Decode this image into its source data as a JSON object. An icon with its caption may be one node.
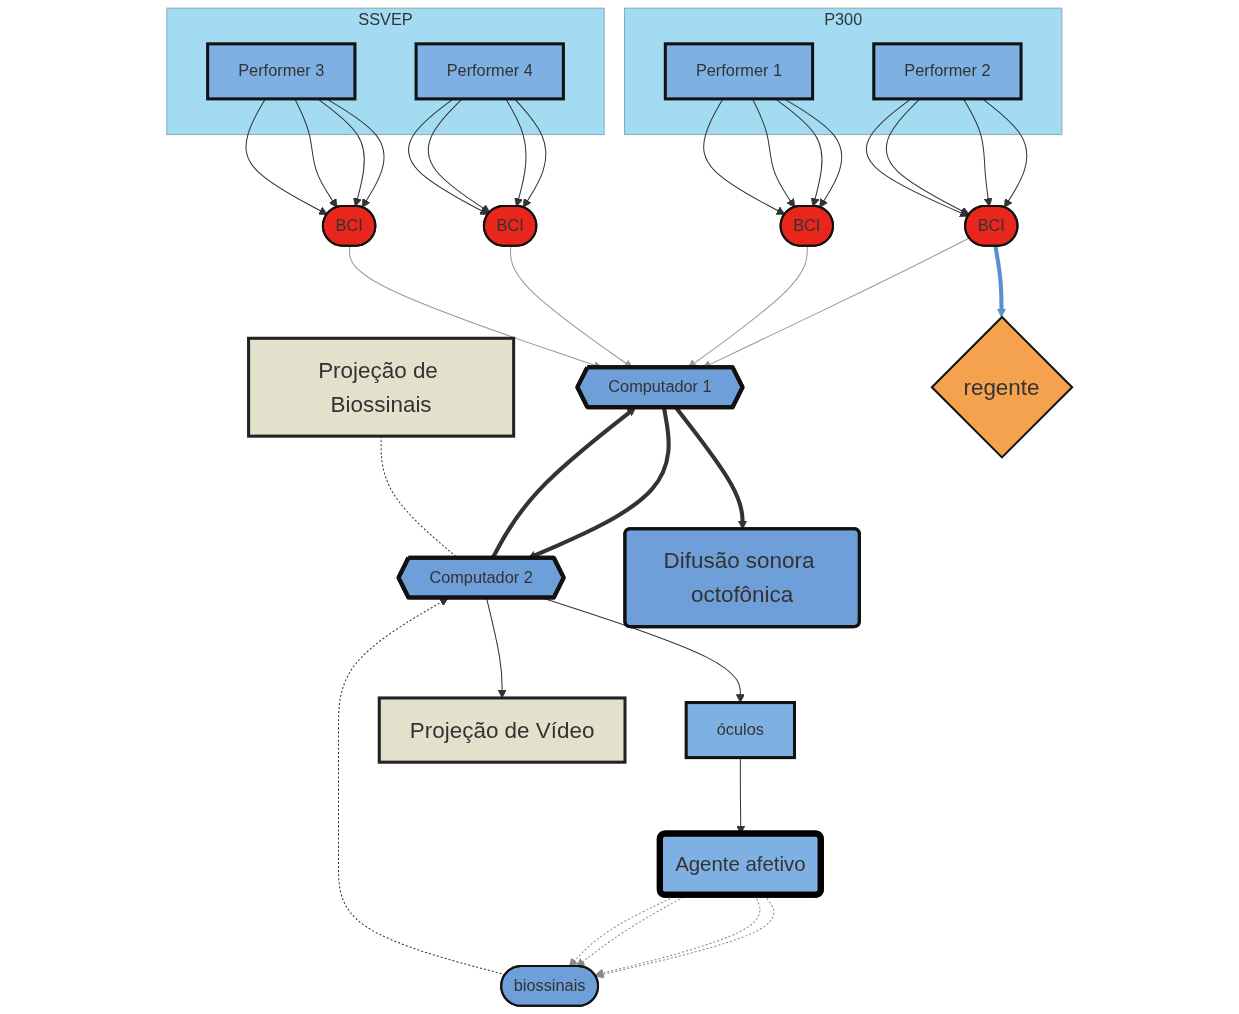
{
  "diagram": {
    "nodes": [
      {
        "text": [
          "Projeção de Biossinais"
        ]
      },
      {
        "text": [
          "Projeção de Vídeo"
        ]
      },
      {
        "text": [
          "P300"
        ]
      },
      {
        "text": [
          "Performer 1"
        ],
        "in": 2
      },
      {
        "text": [
          "Performer 2"
        ],
        "in": 2
      },
      {
        "text": [
          "SSVEP"
        ]
      },
      {
        "text": [
          "Performer 3"
        ],
        "in": 5
      },
      {
        "text": [
          "Performer 4"
        ],
        "in": 5
      },
      {
        "text": [
          "Agente afetivo"
        ]
      },
      {
        "text": [
          "BCI"
        ]
      },
      {
        "text": [
          "BCI"
        ]
      },
      {
        "text": [
          "BCI"
        ]
      },
      {
        "text": [
          "BCI"
        ]
      },
      {
        "text": [
          "biossinais"
        ]
      },
      {
        "text": [
          "regente"
        ]
      },
      {
        "text": [
          "óculos"
        ]
      },
      {
        "text": [
          "Difusão sonora octofônica"
        ]
      },
      {
        "text": [
          "Computador 1"
        ]
      },
      {
        "text": [
          "Computador 2"
        ]
      }
    ],
    "edges": [
      {
        "from": 3,
        "to": 9,
        "arrow": "to"
      },
      {
        "from": 3,
        "to": 9,
        "arrow": "to"
      },
      {
        "from": 3,
        "to": 9,
        "arrow": "to"
      },
      {
        "from": 3,
        "to": 9,
        "arrow": "to"
      },
      {
        "from": 4,
        "to": 10,
        "arrow": "to"
      },
      {
        "from": 4,
        "to": 10,
        "arrow": "to"
      },
      {
        "from": 4,
        "to": 10,
        "arrow": "to"
      },
      {
        "from": 4,
        "to": 10,
        "arrow": "to"
      },
      {
        "from": 6,
        "to": 11,
        "arrow": "to"
      },
      {
        "from": 6,
        "to": 11,
        "arrow": "to"
      },
      {
        "from": 6,
        "to": 11,
        "arrow": "to"
      },
      {
        "from": 6,
        "to": 11,
        "arrow": "to"
      },
      {
        "from": 7,
        "to": 12,
        "arrow": "to"
      },
      {
        "from": 7,
        "to": 12,
        "arrow": "to"
      },
      {
        "from": 7,
        "to": 12,
        "arrow": "to"
      },
      {
        "from": 7,
        "to": 12,
        "arrow": "to"
      },
      {
        "from": 8,
        "to": 13,
        "arrow": "to",
        "style": "dashed",
        "color": "#888888"
      },
      {
        "from": 8,
        "to": 13,
        "arrow": "to",
        "style": "dashed",
        "color": "#888888"
      },
      {
        "from": 8,
        "to": 13,
        "arrow": "to",
        "style": "dashed",
        "color": "#888888"
      },
      {
        "from": 8,
        "to": 13,
        "arrow": "to",
        "style": "dashed",
        "color": "#888888"
      },
      {
        "from": 10,
        "to": 14,
        "arrow": "to",
        "style": "thick",
        "color": "#5b8fd0"
      },
      {
        "from": 9,
        "to": 17,
        "arrow": "to",
        "color": "#999999"
      },
      {
        "from": 10,
        "to": 17,
        "arrow": "to",
        "color": "#999999"
      },
      {
        "from": 11,
        "to": 17,
        "arrow": "to",
        "color": "#999999"
      },
      {
        "from": 12,
        "to": 17,
        "arrow": "to",
        "color": "#999999"
      },
      {
        "from": 0,
        "to": 18,
        "arrow": "none",
        "style": "dashed"
      },
      {
        "from": 13,
        "to": 18,
        "arrow": "to",
        "style": "dashed"
      },
      {
        "from": 18,
        "to": 15,
        "arrow": "to"
      },
      {
        "from": 15,
        "to": 8,
        "arrow": "to"
      },
      {
        "from": 18,
        "to": 1,
        "arrow": "to"
      },
      {
        "from": 17,
        "to": 16,
        "arrow": "to",
        "style": "thick"
      },
      {
        "from": 17,
        "to": 18,
        "arrow": "to",
        "style": "thick"
      },
      {
        "from": 18,
        "to": 17,
        "arrow": "to",
        "style": "thick"
      }
    ]
  }
}
